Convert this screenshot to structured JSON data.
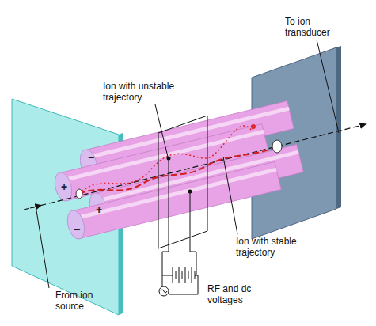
{
  "diagram": {
    "labels": [
      "To ion transducer",
      "Ion with unstable trajectory",
      "−",
      "+",
      "+",
      "−",
      "Ion with stable trajectory",
      "RF and dc voltages",
      "From ion source"
    ]
  }
}
